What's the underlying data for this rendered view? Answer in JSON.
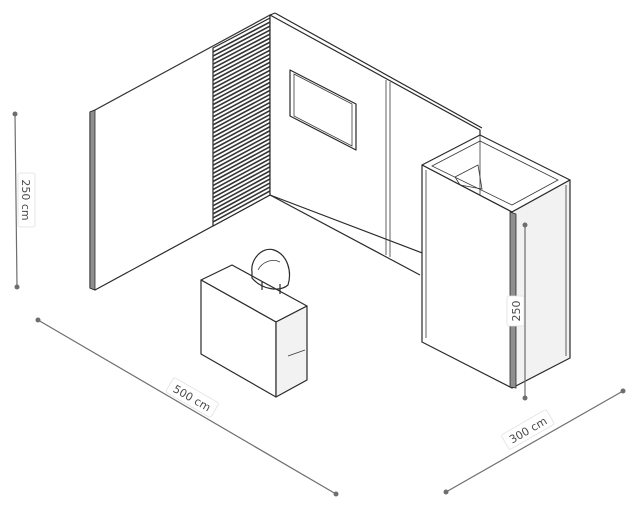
{
  "dimensions": {
    "height_left": "250 cm",
    "width": "500 cm",
    "depth": "300 cm",
    "cabin_height": "250"
  },
  "colors": {
    "line": "#2a2a2a",
    "dimension": "#6e6e6e",
    "label_text": "#4a4a4a"
  }
}
